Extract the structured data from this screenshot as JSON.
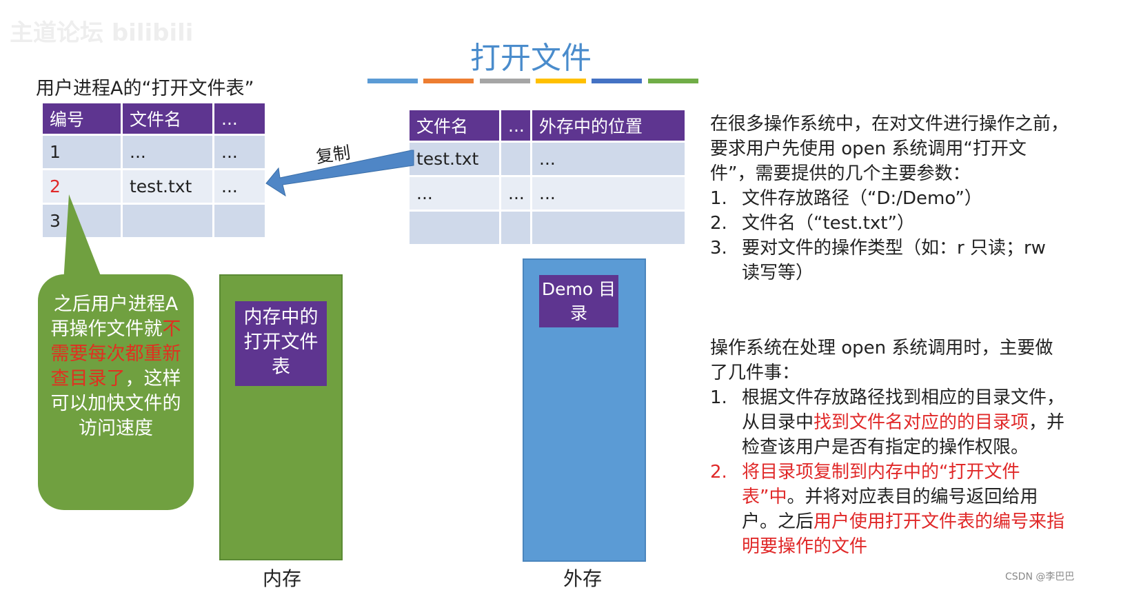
{
  "watermark": "主道论坛 bilibili",
  "title": "打开文件",
  "accent_colors": [
    "#5b9bd5",
    "#ed7d31",
    "#a5a5a5",
    "#ffc000",
    "#4472c4",
    "#70ad47"
  ],
  "user_table": {
    "caption": "用户进程A的“打开文件表”",
    "headers": [
      "编号",
      "文件名",
      "..."
    ],
    "rows": [
      [
        "1",
        "...",
        "..."
      ],
      [
        "2",
        "test.txt",
        "..."
      ],
      [
        "3",
        "",
        ""
      ]
    ]
  },
  "copy_label": "复制",
  "dir_table": {
    "headers": [
      "文件名",
      "...",
      "外存中的位置"
    ],
    "rows": [
      [
        "test.txt",
        "",
        ""
      ],
      [
        "...",
        "...",
        "..."
      ],
      [
        "",
        "",
        ""
      ]
    ],
    "row1_c3": "..."
  },
  "callout": {
    "p1": "之后用户进程A再操作文件就",
    "p2": "不需要每次都重新查目录了",
    "p3": "，这样可以加快文件的访问速度"
  },
  "memory": {
    "box": "内存中的打开文件表",
    "label": "内存"
  },
  "disk": {
    "box": "Demo 目录",
    "label": "外存"
  },
  "para1": "在很多操作系统中，在对文件进行操作之前，要求用户先使用 open 系统调用“打开文件”，需要提供的几个主要参数：",
  "params": [
    {
      "n": "1.",
      "t": "文件存放路径（“D:/Demo”）"
    },
    {
      "n": "2.",
      "t": "文件名（“test.txt”）"
    },
    {
      "n": "3.",
      "t": "要对文件的操作类型（如：r 只读；rw 读写等）"
    }
  ],
  "para2": "操作系统在处理 open 系统调用时，主要做了几件事：",
  "steps": {
    "s1n": "1.",
    "s1a": "根据文件存放路径找到相应的目录文件，从目录中",
    "s1b": "找到文件名对应的的目录项",
    "s1c": "，并检查该用户是否有指定的操作权限。",
    "s2n": "2.",
    "s2a": "将目录项复制到内存中的“打开文件表”中",
    "s2b": "。并将对应表目的编号返回给用户。之后",
    "s2c": "用户使用打开文件表的编号来指明要操作的文件"
  },
  "credit": "CSDN @李巴巴"
}
